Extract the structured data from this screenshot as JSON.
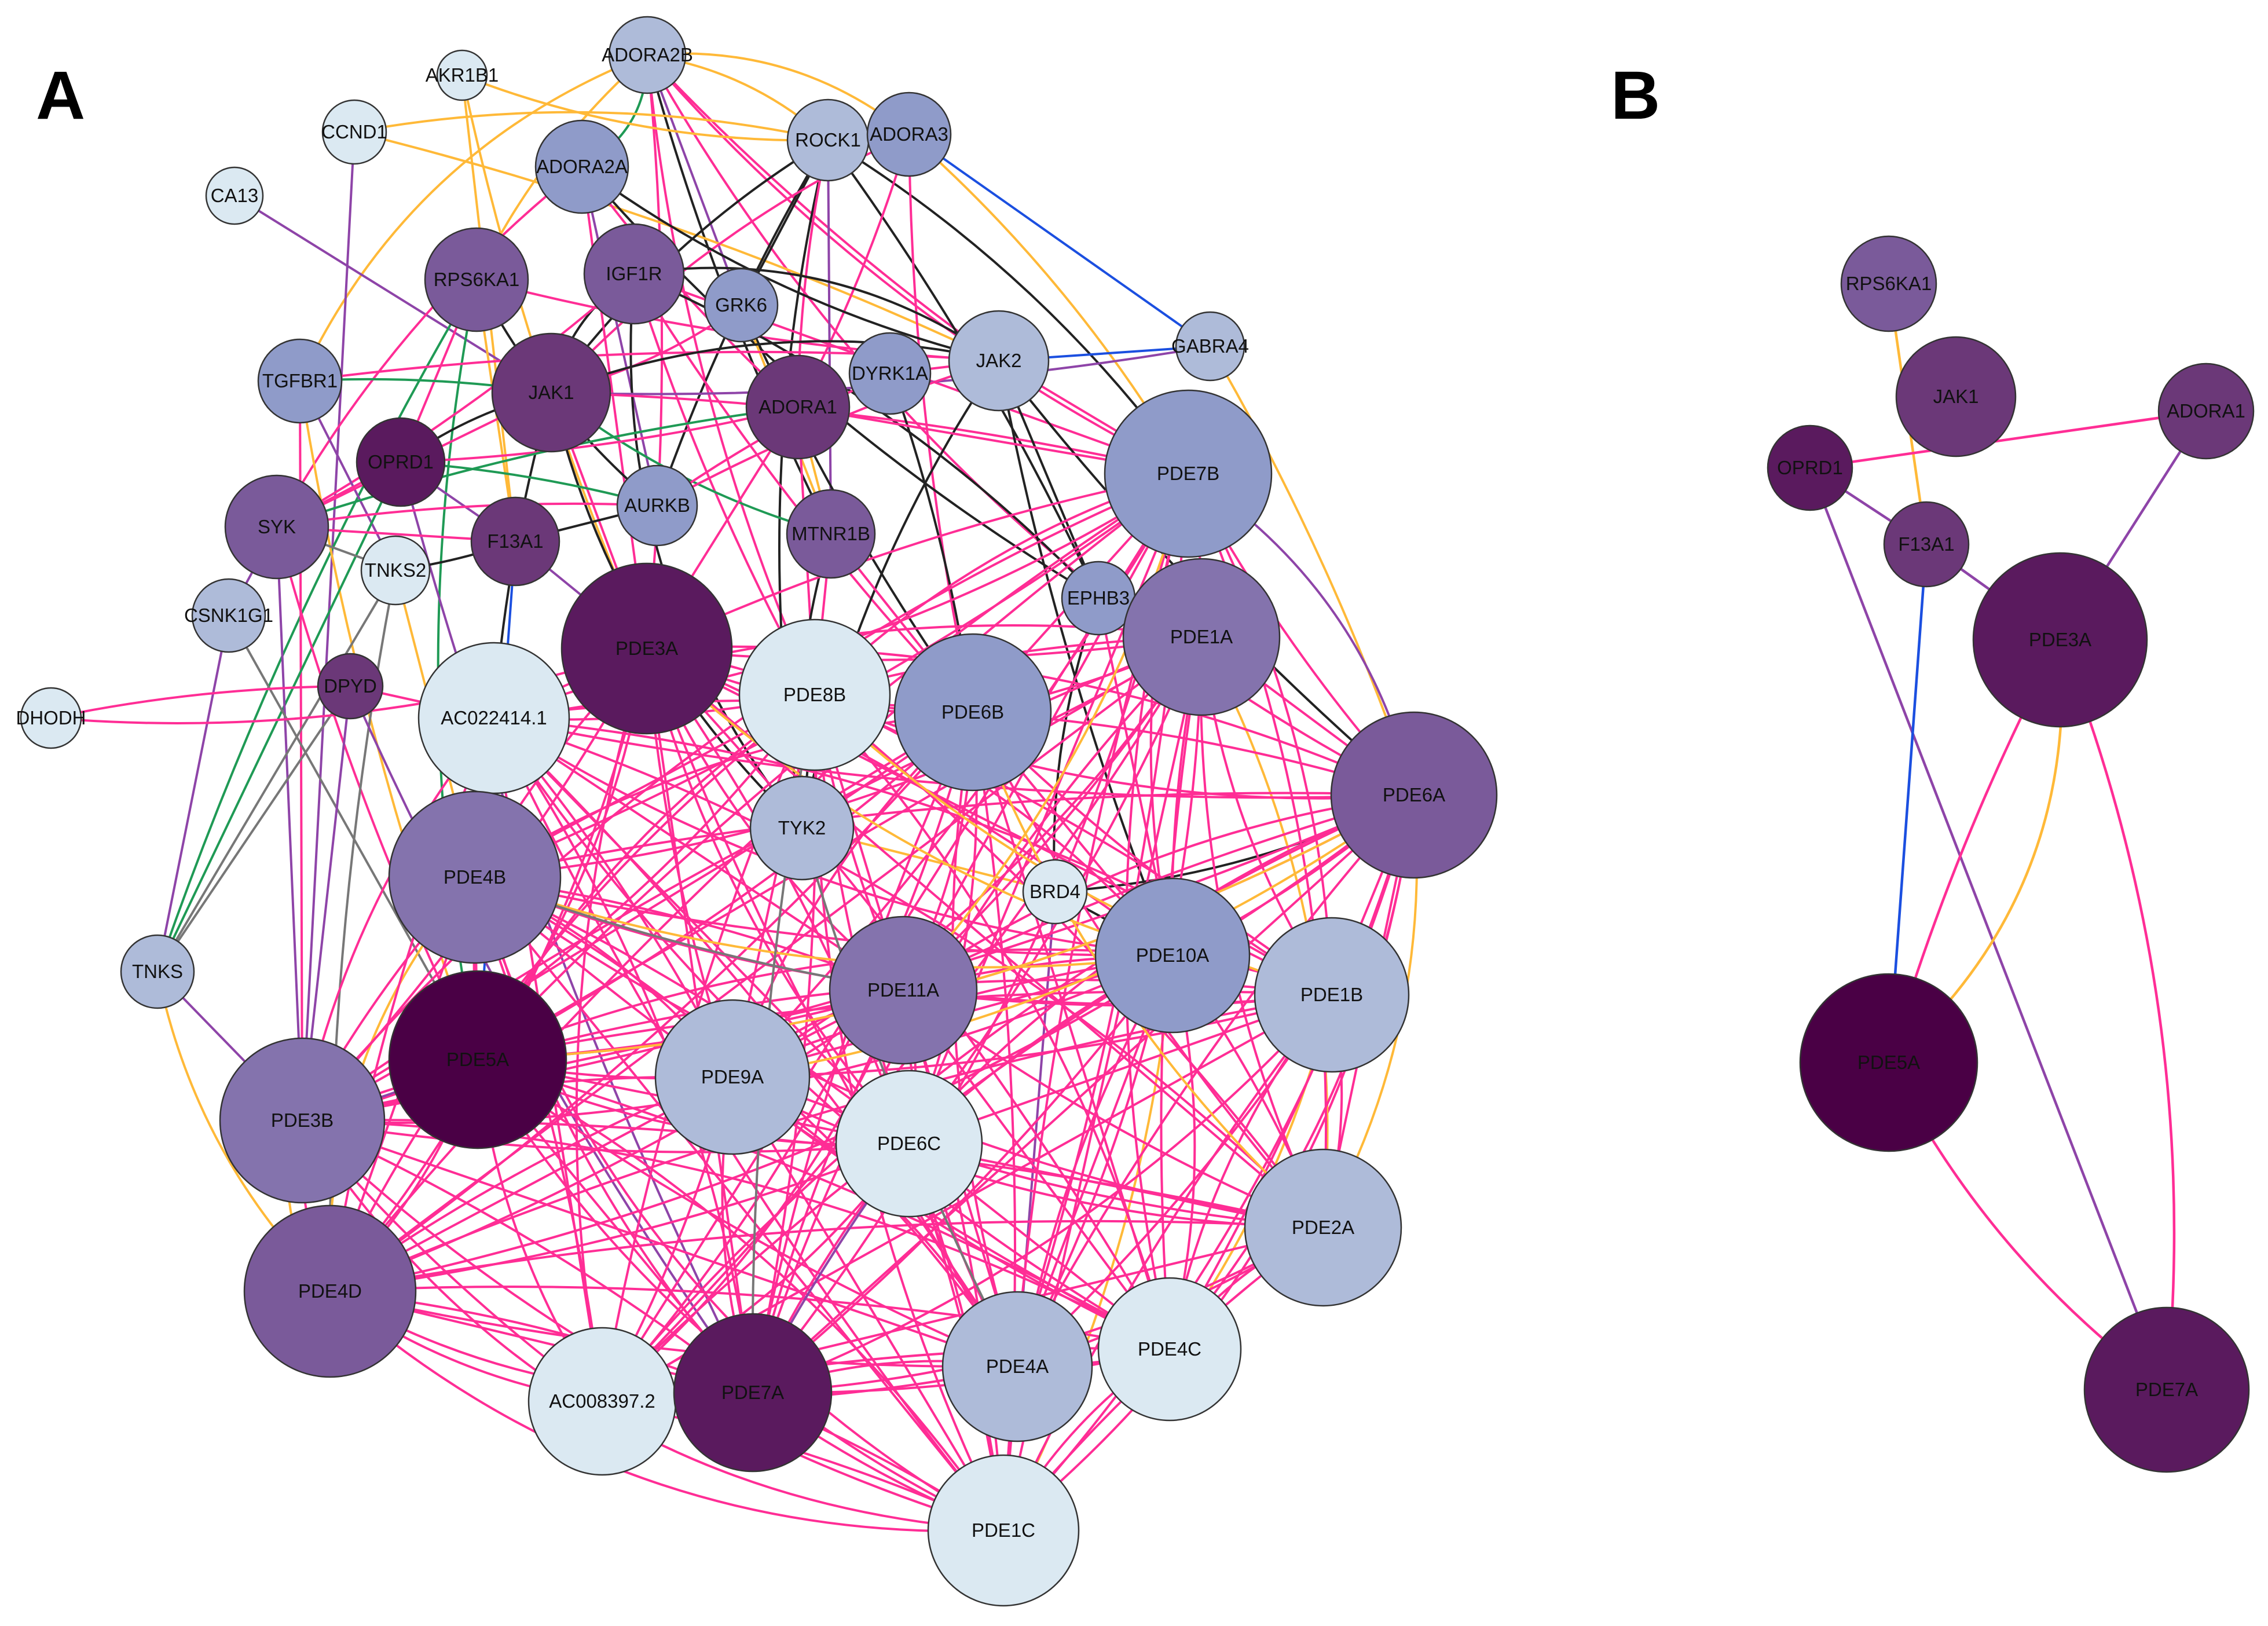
{
  "panels": [
    {
      "id": "A",
      "label": "A"
    },
    {
      "id": "B",
      "label": "B"
    }
  ],
  "palette": {
    "level0": "#dbe9f2",
    "level1": "#aebbd9",
    "level2": "#8f9bc9",
    "level3": "#8473ad",
    "level4": "#7a5a9a",
    "level5": "#6b3878",
    "level6": "#5a1a5e",
    "level7": "#4a0045"
  },
  "edge_colors": {
    "pink": "#ff2d95",
    "orange": "#ffb938",
    "purple": "#8e44a8",
    "black": "#222222",
    "green": "#1f9a55",
    "blue": "#1b4fe0",
    "grey": "#777777"
  },
  "network_a": {
    "nodes": [
      {
        "id": "AKR1B1",
        "label": "AKR1B1",
        "level": 0
      },
      {
        "id": "ADORA2B",
        "label": "ADORA2B",
        "level": 1
      },
      {
        "id": "CCND1",
        "label": "CCND1",
        "level": 0
      },
      {
        "id": "ROCK1",
        "label": "ROCK1",
        "level": 1
      },
      {
        "id": "ADORA3",
        "label": "ADORA3",
        "level": 2
      },
      {
        "id": "ADORA2A",
        "label": "ADORA2A",
        "level": 2
      },
      {
        "id": "CA13",
        "label": "CA13",
        "level": 0
      },
      {
        "id": "RPS6KA1",
        "label": "RPS6KA1",
        "level": 4
      },
      {
        "id": "IGF1R",
        "label": "IGF1R",
        "level": 4
      },
      {
        "id": "GRK6",
        "label": "GRK6",
        "level": 2
      },
      {
        "id": "GABRA4",
        "label": "GABRA4",
        "level": 1
      },
      {
        "id": "TGFBR1",
        "label": "TGFBR1",
        "level": 2
      },
      {
        "id": "JAK1",
        "label": "JAK1",
        "level": 5
      },
      {
        "id": "DYRK1A",
        "label": "DYRK1A",
        "level": 2
      },
      {
        "id": "JAK2",
        "label": "JAK2",
        "level": 1
      },
      {
        "id": "ADORA1",
        "label": "ADORA1",
        "level": 5
      },
      {
        "id": "OPRD1",
        "label": "OPRD1",
        "level": 6
      },
      {
        "id": "PDE7B",
        "label": "PDE7B",
        "level": 2
      },
      {
        "id": "SYK",
        "label": "SYK",
        "level": 4
      },
      {
        "id": "AURKB",
        "label": "AURKB",
        "level": 2
      },
      {
        "id": "F13A1",
        "label": "F13A1",
        "level": 5
      },
      {
        "id": "MTNR1B",
        "label": "MTNR1B",
        "level": 4
      },
      {
        "id": "TNKS2",
        "label": "TNKS2",
        "level": 0
      },
      {
        "id": "CSNK1G1",
        "label": "CSNK1G1",
        "level": 1
      },
      {
        "id": "EPHB3",
        "label": "EPHB3",
        "level": 2
      },
      {
        "id": "PDE3A",
        "label": "PDE3A",
        "level": 6
      },
      {
        "id": "PDE1A",
        "label": "PDE1A",
        "level": 3
      },
      {
        "id": "DPYD",
        "label": "DPYD",
        "level": 5
      },
      {
        "id": "PDE8B",
        "label": "PDE8B",
        "level": 0
      },
      {
        "id": "PDE6B",
        "label": "PDE6B",
        "level": 2
      },
      {
        "id": "DHODH",
        "label": "DHODH",
        "level": 0
      },
      {
        "id": "AC022414.1",
        "label": "AC022414.1",
        "level": 0
      },
      {
        "id": "PDE6A",
        "label": "PDE6A",
        "level": 4
      },
      {
        "id": "TYK2",
        "label": "TYK2",
        "level": 1
      },
      {
        "id": "PDE4B",
        "label": "PDE4B",
        "level": 3
      },
      {
        "id": "BRD4",
        "label": "BRD4",
        "level": 0
      },
      {
        "id": "PDE10A",
        "label": "PDE10A",
        "level": 2
      },
      {
        "id": "TNKS",
        "label": "TNKS",
        "level": 1
      },
      {
        "id": "PDE11A",
        "label": "PDE11A",
        "level": 3
      },
      {
        "id": "PDE1B",
        "label": "PDE1B",
        "level": 1
      },
      {
        "id": "PDE5A",
        "label": "PDE5A",
        "level": 7
      },
      {
        "id": "PDE9A",
        "label": "PDE9A",
        "level": 1
      },
      {
        "id": "PDE3B",
        "label": "PDE3B",
        "level": 3
      },
      {
        "id": "PDE6C",
        "label": "PDE6C",
        "level": 0
      },
      {
        "id": "PDE2A",
        "label": "PDE2A",
        "level": 1
      },
      {
        "id": "PDE4D",
        "label": "PDE4D",
        "level": 4
      },
      {
        "id": "PDE4A",
        "label": "PDE4A",
        "level": 1
      },
      {
        "id": "PDE4C",
        "label": "PDE4C",
        "level": 0
      },
      {
        "id": "AC008397.2",
        "label": "AC008397.2",
        "level": 0
      },
      {
        "id": "PDE7A",
        "label": "PDE7A",
        "level": 6
      },
      {
        "id": "PDE1C",
        "label": "PDE1C",
        "level": 0
      }
    ]
  },
  "network_b": {
    "nodes": [
      {
        "id": "RPS6KA1",
        "label": "RPS6KA1",
        "level": 4
      },
      {
        "id": "JAK1",
        "label": "JAK1",
        "level": 5
      },
      {
        "id": "ADORA1",
        "label": "ADORA1",
        "level": 5
      },
      {
        "id": "OPRD1",
        "label": "OPRD1",
        "level": 6
      },
      {
        "id": "F13A1",
        "label": "F13A1",
        "level": 5
      },
      {
        "id": "PDE3A",
        "label": "PDE3A",
        "level": 6
      },
      {
        "id": "PDE5A",
        "label": "PDE5A",
        "level": 7
      },
      {
        "id": "PDE7A",
        "label": "PDE7A",
        "level": 6
      }
    ],
    "edges": [
      {
        "from": "RPS6KA1",
        "to": "F13A1",
        "color": "orange"
      },
      {
        "from": "OPRD1",
        "to": "ADORA1",
        "color": "pink"
      },
      {
        "from": "OPRD1",
        "to": "F13A1",
        "color": "purple"
      },
      {
        "from": "OPRD1",
        "to": "PDE7A",
        "color": "purple"
      },
      {
        "from": "F13A1",
        "to": "PDE5A",
        "color": "blue"
      },
      {
        "from": "F13A1",
        "to": "PDE3A",
        "color": "purple"
      },
      {
        "from": "ADORA1",
        "to": "PDE3A",
        "color": "purple"
      },
      {
        "from": "PDE3A",
        "to": "PDE5A",
        "color": "pink"
      },
      {
        "from": "PDE3A",
        "to": "PDE5A",
        "color": "orange"
      },
      {
        "from": "PDE3A",
        "to": "PDE7A",
        "color": "pink"
      },
      {
        "from": "PDE5A",
        "to": "PDE7A",
        "color": "pink"
      }
    ]
  }
}
